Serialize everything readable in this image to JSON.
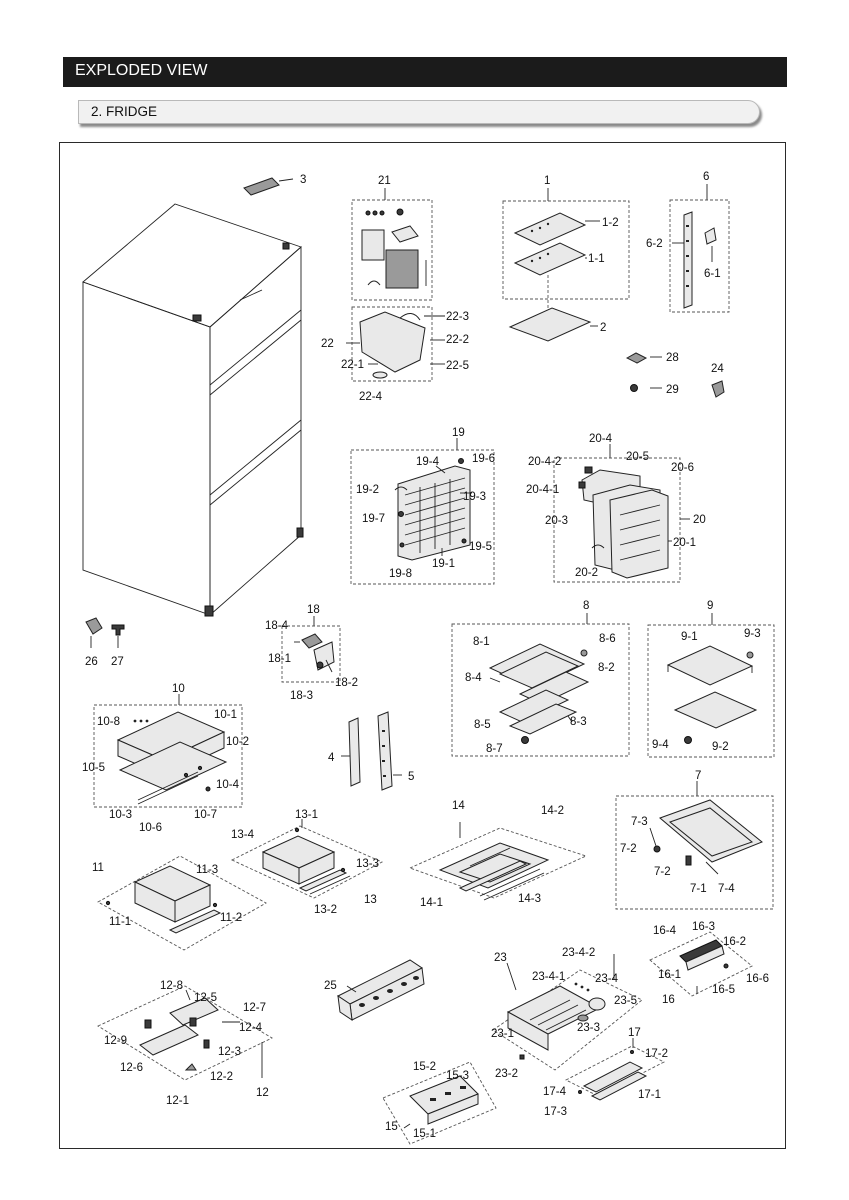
{
  "header": {
    "title": "EXPLODED VIEW"
  },
  "section": {
    "title": "2. FRIDGE"
  },
  "parts": {
    "p1": "1",
    "p1_1": "1-1",
    "p1_2": "1-2",
    "p2": "2",
    "p3": "3",
    "p4": "4",
    "p5": "5",
    "p6": "6",
    "p6_1": "6-1",
    "p6_2": "6-2",
    "p7": "7",
    "p7_1": "7-1",
    "p7_2a": "7-2",
    "p7_2b": "7-2",
    "p7_3": "7-3",
    "p7_4": "7-4",
    "p8": "8",
    "p8_1": "8-1",
    "p8_2": "8-2",
    "p8_3": "8-3",
    "p8_4": "8-4",
    "p8_5": "8-5",
    "p8_6": "8-6",
    "p8_7": "8-7",
    "p9": "9",
    "p9_1": "9-1",
    "p9_2": "9-2",
    "p9_3": "9-3",
    "p9_4": "9-4",
    "p10": "10",
    "p10_1": "10-1",
    "p10_2": "10-2",
    "p10_3": "10-3",
    "p10_4": "10-4",
    "p10_5": "10-5",
    "p10_6": "10-6",
    "p10_7": "10-7",
    "p10_8": "10-8",
    "p11": "11",
    "p11_1": "11-1",
    "p11_2": "11-2",
    "p11_3": "11-3",
    "p12": "12",
    "p12_1": "12-1",
    "p12_2": "12-2",
    "p12_3": "12-3",
    "p12_4": "12-4",
    "p12_5": "12-5",
    "p12_6": "12-6",
    "p12_7": "12-7",
    "p12_8": "12-8",
    "p12_9": "12-9",
    "p13": "13",
    "p13_1": "13-1",
    "p13_2": "13-2",
    "p13_3": "13-3",
    "p13_4": "13-4",
    "p14": "14",
    "p14_1": "14-1",
    "p14_2": "14-2",
    "p14_3": "14-3",
    "p15": "15",
    "p15_1": "15-1",
    "p15_2": "15-2",
    "p15_3": "15-3",
    "p16": "16",
    "p16_1": "16-1",
    "p16_2": "16-2",
    "p16_3": "16-3",
    "p16_4": "16-4",
    "p16_5": "16-5",
    "p16_6": "16-6",
    "p17": "17",
    "p17_1": "17-1",
    "p17_2": "17-2",
    "p17_3": "17-3",
    "p17_4": "17-4",
    "p18": "18",
    "p18_1": "18-1",
    "p18_2": "18-2",
    "p18_3": "18-3",
    "p18_4": "18-4",
    "p19": "19",
    "p19_1": "19-1",
    "p19_2": "19-2",
    "p19_3": "19-3",
    "p19_4": "19-4",
    "p19_5": "19-5",
    "p19_6": "19-6",
    "p19_7": "19-7",
    "p19_8": "19-8",
    "p20": "20",
    "p20_1": "20-1",
    "p20_2": "20-2",
    "p20_3": "20-3",
    "p20_4": "20-4",
    "p20_4_1": "20-4-1",
    "p20_4_2": "20-4-2",
    "p20_5": "20-5",
    "p20_6": "20-6",
    "p21": "21",
    "p22": "22",
    "p22_1": "22-1",
    "p22_2": "22-2",
    "p22_3": "22-3",
    "p22_4": "22-4",
    "p22_5": "22-5",
    "p23": "23",
    "p23_1": "23-1",
    "p23_2": "23-2",
    "p23_3": "23-3",
    "p23_4": "23-4",
    "p23_4_1": "23-4-1",
    "p23_4_2": "23-4-2",
    "p23_5": "23-5",
    "p24": "24",
    "p25": "25",
    "p26": "26",
    "p27": "27",
    "p28": "28",
    "p29": "29"
  }
}
